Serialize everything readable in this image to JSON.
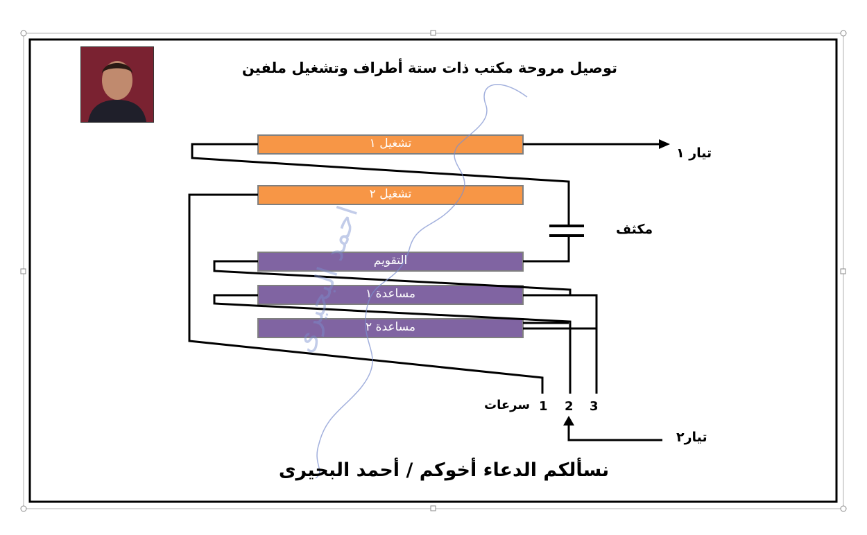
{
  "title": "توصيل مروحة مكتب ذات ستة أطراف وتشغيل ملفين",
  "coils": [
    {
      "label": "تشغيل ١",
      "color": "#f79646"
    },
    {
      "label": "تشغيل ٢",
      "color": "#f79646"
    },
    {
      "label": "التقويم",
      "color": "#8064a2"
    },
    {
      "label": "مساعدة ١",
      "color": "#8064a2"
    },
    {
      "label": "مساعدة ٢",
      "color": "#8064a2"
    }
  ],
  "current1_label": "تيار ١",
  "current2_label": "تيار٢",
  "capacitor_label": "مكثف",
  "speeds_label": "سرعات",
  "speed_numbers": [
    "1",
    "2",
    "3"
  ],
  "footer": "نسألكم الدعاء أخوكم / أحمد البحيرى",
  "watermark": "احمد البحيرى",
  "photo_icon": "person-photo-icon"
}
